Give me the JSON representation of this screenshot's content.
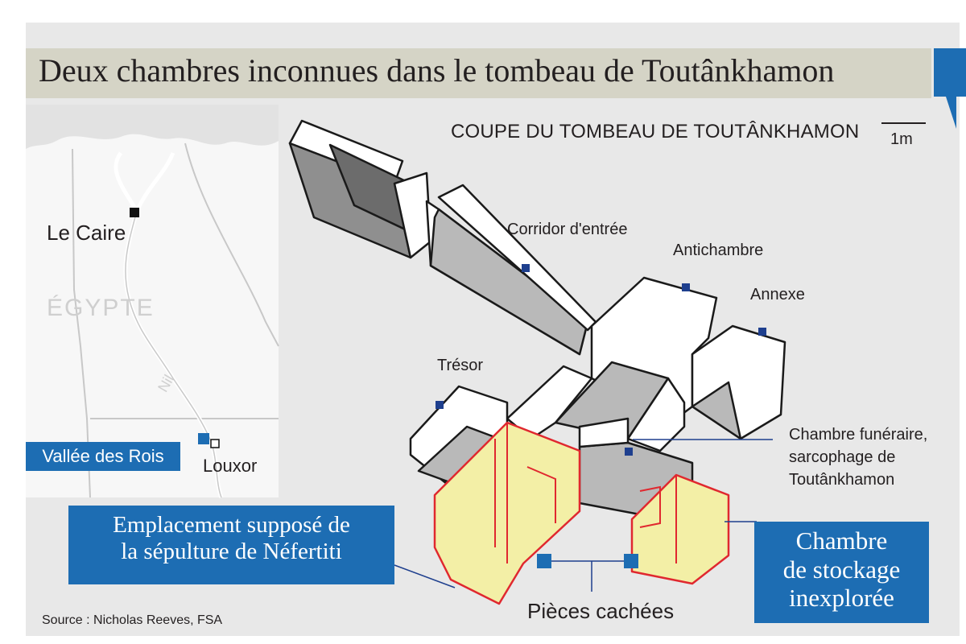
{
  "title": "Deux chambres inconnues dans le tombeau de Toutânkhamon",
  "subtitle": "COUPE DU TOMBEAU DE TOUTÂNKHAMON",
  "scale_label": "1m",
  "map": {
    "city_north": "Le Caire",
    "country": "ÉGYPTE",
    "river": "Nil",
    "valley": "Vallée des Rois",
    "city_south": "Louxor"
  },
  "labels": {
    "corridor": "Corridor d'entrée",
    "antechamber": "Antichambre",
    "annex": "Annexe",
    "treasury": "Trésor",
    "burial_line1": "Chambre funéraire,",
    "burial_line2": "sarcophage de",
    "burial_line3": "Toutânkhamon",
    "hidden_rooms": "Pièces cachées"
  },
  "callouts": {
    "nefertiti_line1": "Emplacement supposé de",
    "nefertiti_line2": "la sépulture de Néfertiti",
    "storage_line1": "Chambre",
    "storage_line2": "de stockage",
    "storage_line3": "inexplorée"
  },
  "source": "Source : Nicholas Reeves, FSA",
  "colors": {
    "accent_blue": "#1d6db3",
    "marker_blue": "#1e3f8e",
    "hidden_fill": "#f3efa6",
    "hidden_stroke": "#e0282f",
    "wall_gray": "#b9b9b9",
    "title_band": "#d5d4c6"
  }
}
